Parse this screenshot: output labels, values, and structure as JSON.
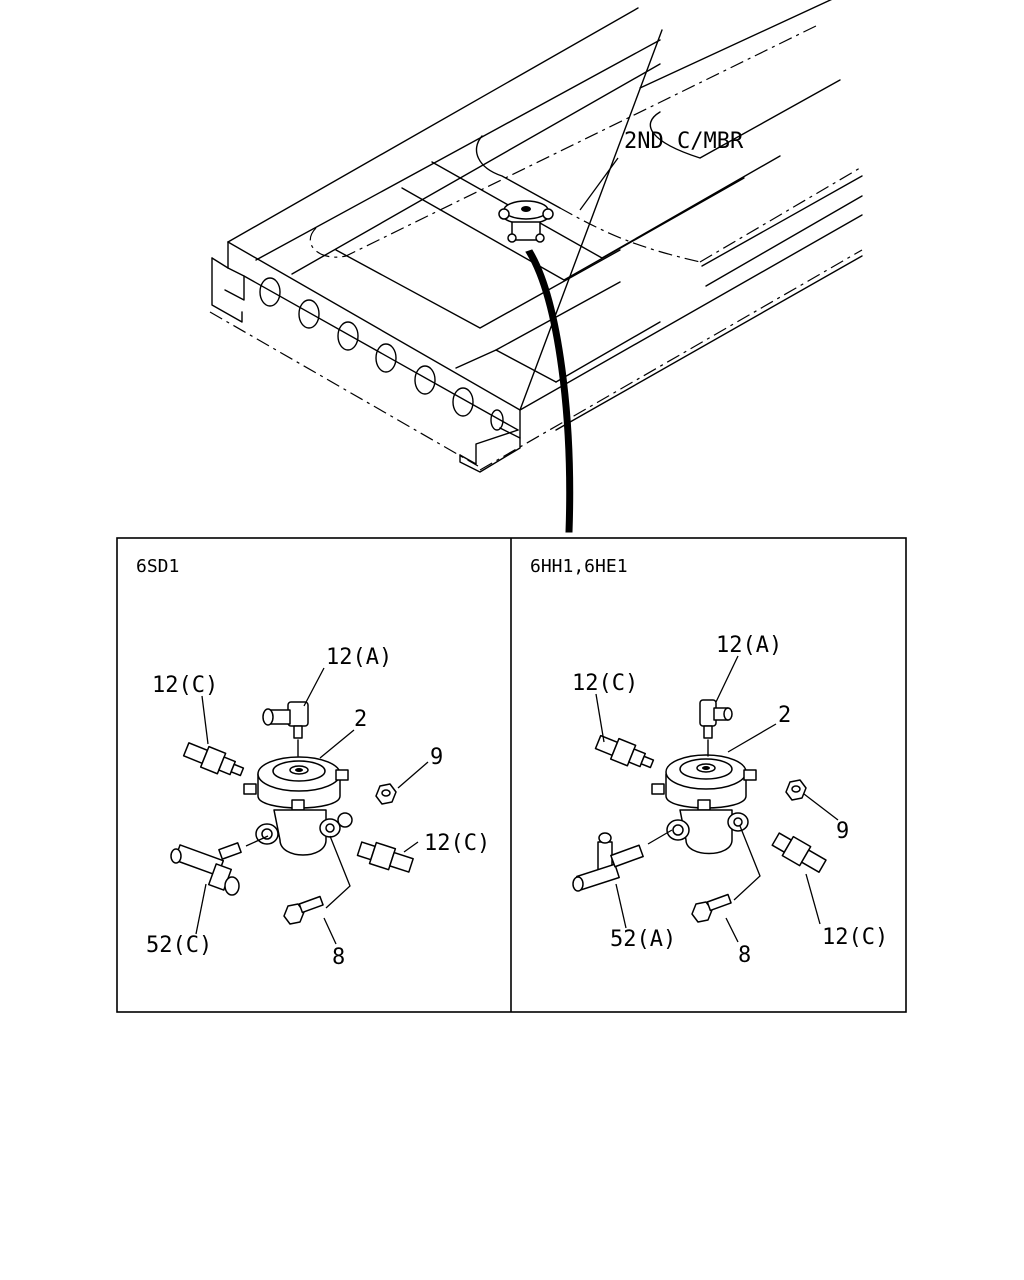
{
  "frame_label": "2ND C/MBR",
  "panels": [
    {
      "title": "6SD1",
      "callouts": {
        "a": "12(A)",
        "c_upper": "12(C)",
        "valve": "2",
        "nut": "9",
        "c_lower": "12(C)",
        "tee": "52(C)",
        "bolt": "8"
      }
    },
    {
      "title": "6HH1,6HE1",
      "callouts": {
        "a": "12(A)",
        "c_upper": "12(C)",
        "valve": "2",
        "nut": "9",
        "c_lower": "12(C)",
        "tee": "52(A)",
        "bolt": "8"
      }
    }
  ]
}
